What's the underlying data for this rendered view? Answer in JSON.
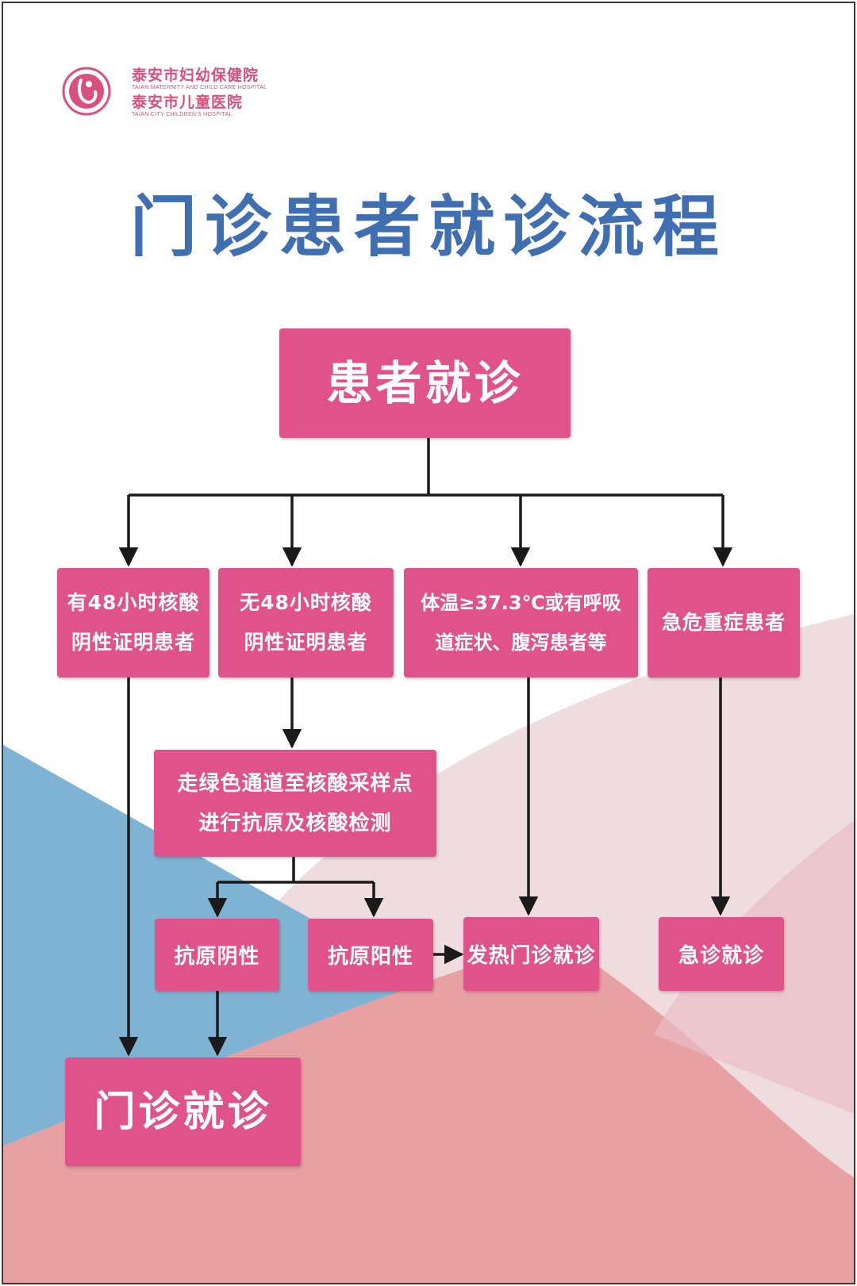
{
  "colors": {
    "title": "#3f6fb0",
    "node_fill": "#e0538a",
    "node_text": "#ffffff",
    "logo": "#d9507e",
    "connector": "#1a1a1a",
    "bg_blue": "#7fb3d4",
    "bg_pink": "#e7a1a3",
    "bg_light": "#eedcde"
  },
  "header": {
    "logo_icon": "hospital-logo-icon",
    "hospital_name_1": "泰安市妇幼保健院",
    "hospital_name_1_en": "TAIAN MATERNITY AND CHILD CARE HOSPITAL",
    "hospital_name_2": "泰安市儿童医院",
    "hospital_name_2_en": "TAIAN CITY CHILDREN'S HOSPITAL"
  },
  "title": "门诊患者就诊流程",
  "flow": {
    "start": "患者就诊",
    "branch_with_48h": "有48小时核酸\n阴性证明患者",
    "branch_without_48h": "无48小时核酸\n阴性证明患者",
    "branch_fever": "体温≥37.3℃或有呼吸\n道症状、腹泻患者等",
    "branch_critical": "急危重症患者",
    "green_channel": "走绿色通道至核酸采样点\n进行抗原及核酸检测",
    "antigen_negative": "抗原阴性",
    "antigen_positive": "抗原阳性",
    "fever_clinic": "发热门诊就诊",
    "emergency": "急诊就诊",
    "outpatient": "门诊就诊"
  }
}
